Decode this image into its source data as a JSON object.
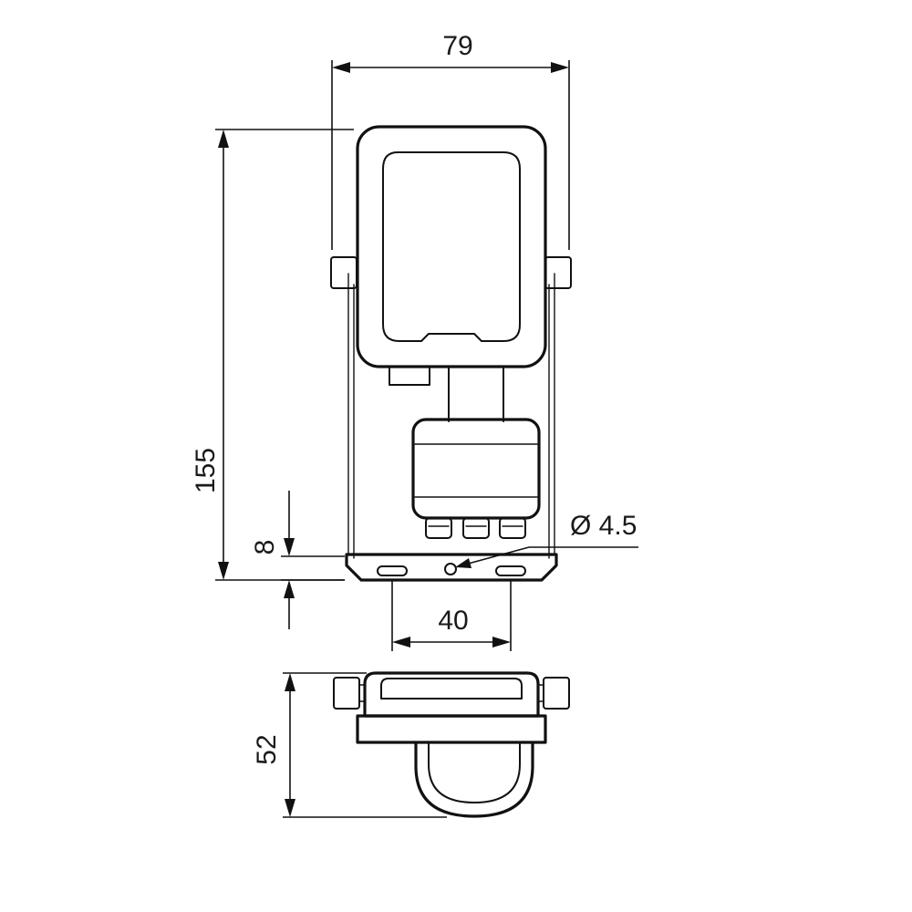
{
  "dimensions": {
    "width": "79",
    "height": "155",
    "offset": "8",
    "hole_spacing": "40",
    "hole_diameter": "Ø 4.5",
    "depth": "52"
  }
}
